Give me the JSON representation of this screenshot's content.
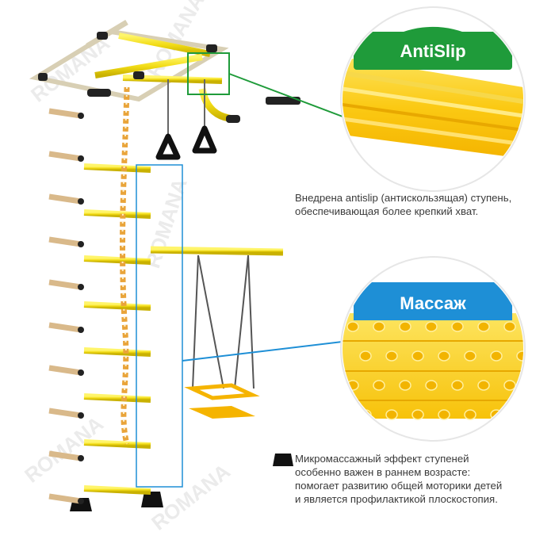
{
  "features": [
    {
      "title": "AntiSlip",
      "badge_color": "#1f9b3a",
      "description_lines": [
        "Внедрена antislip (антискользящая) ступень,",
        "обеспечивающая более крепкий хват."
      ]
    },
    {
      "title": "Массаж",
      "badge_color": "#1e8fd6",
      "description_lines": [
        "Микромассажный эффект ступеней",
        "особенно важен в раннем возрасте:",
        "помогает развитию общей моторики детей",
        "и является профилактикой плоскостопия."
      ]
    }
  ],
  "watermark": "ROMANA",
  "colors": {
    "frame": "#f1ead6",
    "rung": "#f5e61c",
    "rope": "#e9a43a",
    "accent_green": "#1f9b3a",
    "accent_blue": "#1e8fd6"
  }
}
